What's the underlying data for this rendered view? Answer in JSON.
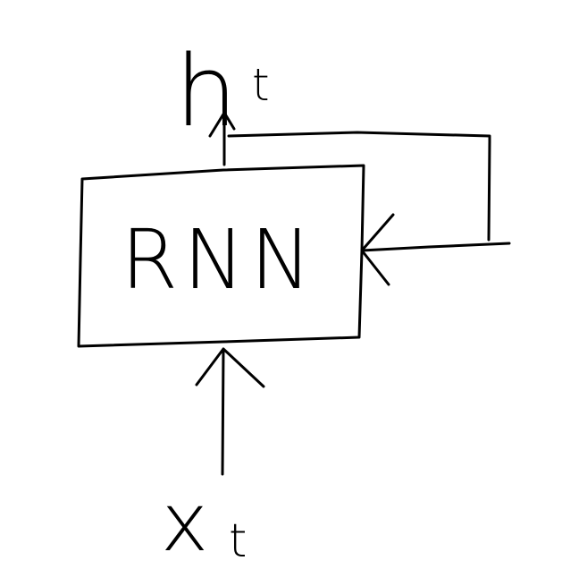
{
  "diagram": {
    "title_box": "RNN",
    "output_label": "h",
    "output_subscript": "t",
    "input_label": "x",
    "input_subscript": "t",
    "stroke_color": "#000000",
    "background_color": "#ffffff"
  }
}
